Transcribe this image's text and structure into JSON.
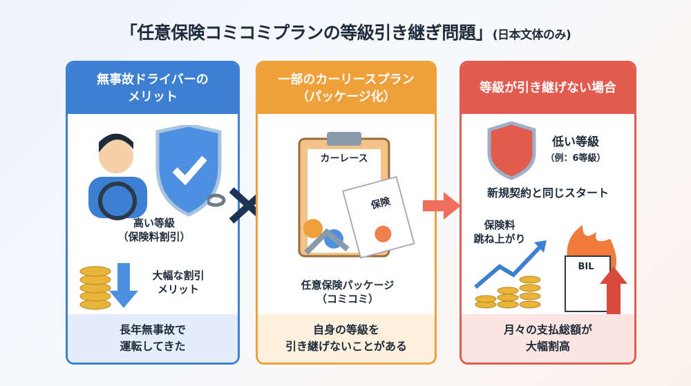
{
  "title": {
    "main": "「任意保険コミコミプランの等級引き継ぎ問題」",
    "note": "(日本文体のみ)"
  },
  "panels": [
    {
      "header": "無事故ドライバーの\nメリット",
      "grade": "高い等級\n（保険料割引）",
      "discount": "大幅な割引\nメリット",
      "footer": "長年無事故で\n運転してきた",
      "color": "#3d7fd0"
    },
    {
      "header": "一部のカーリースプラン\n（パッケージ化）",
      "clipboard": "カーレース",
      "doc": "保険",
      "package": "任意保険パッケージ\n（コミコミ）",
      "footer": "自身の等級を\n引き継げないことがある",
      "color": "#f0a03a"
    },
    {
      "header": "等級が引き継げない場合",
      "grade": "低い等級",
      "grade_example": "（例：6等級）",
      "restart": "新規契約と同じスタート",
      "premium": "保険料\n跳ね上がり",
      "bill": "BIL",
      "footer": "月々の支払総額が\n大幅割高",
      "color": "#e35b4f"
    }
  ]
}
